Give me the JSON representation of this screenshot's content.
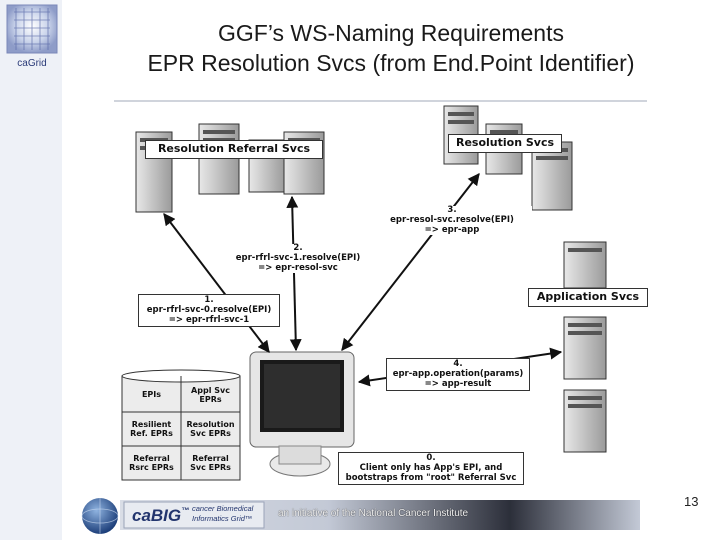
{
  "slide": {
    "title_line1": "GGF’s WS-Naming Requirements",
    "title_line2": "EPR Resolution Svcs (from End.Point Identifier)",
    "page_number": "13"
  },
  "logo": {
    "text": "caGrid"
  },
  "diagram": {
    "resolution_referral_svcs": "Resolution Referral Svcs",
    "resolution_svcs": "Resolution Svcs",
    "application_svcs": "Application Svcs",
    "step0_line1": "0.",
    "step0_line2": "Client only has App's EPI, and",
    "step0_line3": "bootstraps from \"root\" Referral Svc",
    "step1_line1": "1.",
    "step1_line2": "epr-rfrl-svc-0.resolve(EPI)",
    "step1_line3": "=> epr-rfrl-svc-1",
    "step2_line1": "2.",
    "step2_line2": "epr-rfrl-svc-1.resolve(EPI)",
    "step2_line3": "=> epr-resol-svc",
    "step3_line1": "3.",
    "step3_line2": "epr-resol-svc.resolve(EPI)",
    "step3_line3": "=> epr-app",
    "step4_line1": "4.",
    "step4_line2": "epr-app.operation(params)",
    "step4_line3": "=> app-result",
    "db_cells": {
      "epis": "EPIs",
      "app_svc_eprs_1": "Appl Svc",
      "app_svc_eprs_2": "EPRs",
      "resilient_1": "Resilient",
      "resilient_2": "Ref. EPRs",
      "resolution_svc_1": "Resolution",
      "resolution_svc_2": "Svc EPRs",
      "referral_rsrc_1": "Referral",
      "referral_rsrc_2": "Rsrc EPRs",
      "referral_svc_1": "Referral",
      "referral_svc_2": "Svc EPRs"
    }
  },
  "footer": {
    "cabig": "caBIG",
    "cabig_tm": "™",
    "tagline1": "cancer Biomedical",
    "tagline2": "Informatics Grid™",
    "initiative": "an initiative of the National Cancer Institute"
  }
}
